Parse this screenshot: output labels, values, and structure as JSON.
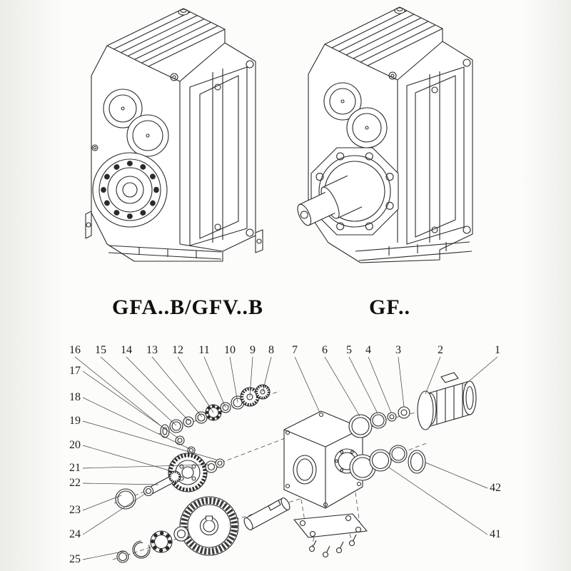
{
  "colors": {
    "ink": "#2a2a2a",
    "gear_dark": "#3c3c3c",
    "paper": "#fcfcfa"
  },
  "figures": {
    "left": {
      "label": "GFA..B/GFV..B"
    },
    "right": {
      "label": "GF.."
    }
  },
  "exploded_view": {
    "callouts_top": [
      "16",
      "15",
      "14",
      "13",
      "12",
      "11",
      "10",
      "9",
      "8",
      "7",
      "6",
      "5",
      "4",
      "3",
      "2",
      "1"
    ],
    "callouts_left": [
      "17",
      "18",
      "19",
      "20",
      "21",
      "22",
      "23",
      "24",
      "25"
    ],
    "callouts_right": [
      "42",
      "41"
    ]
  }
}
